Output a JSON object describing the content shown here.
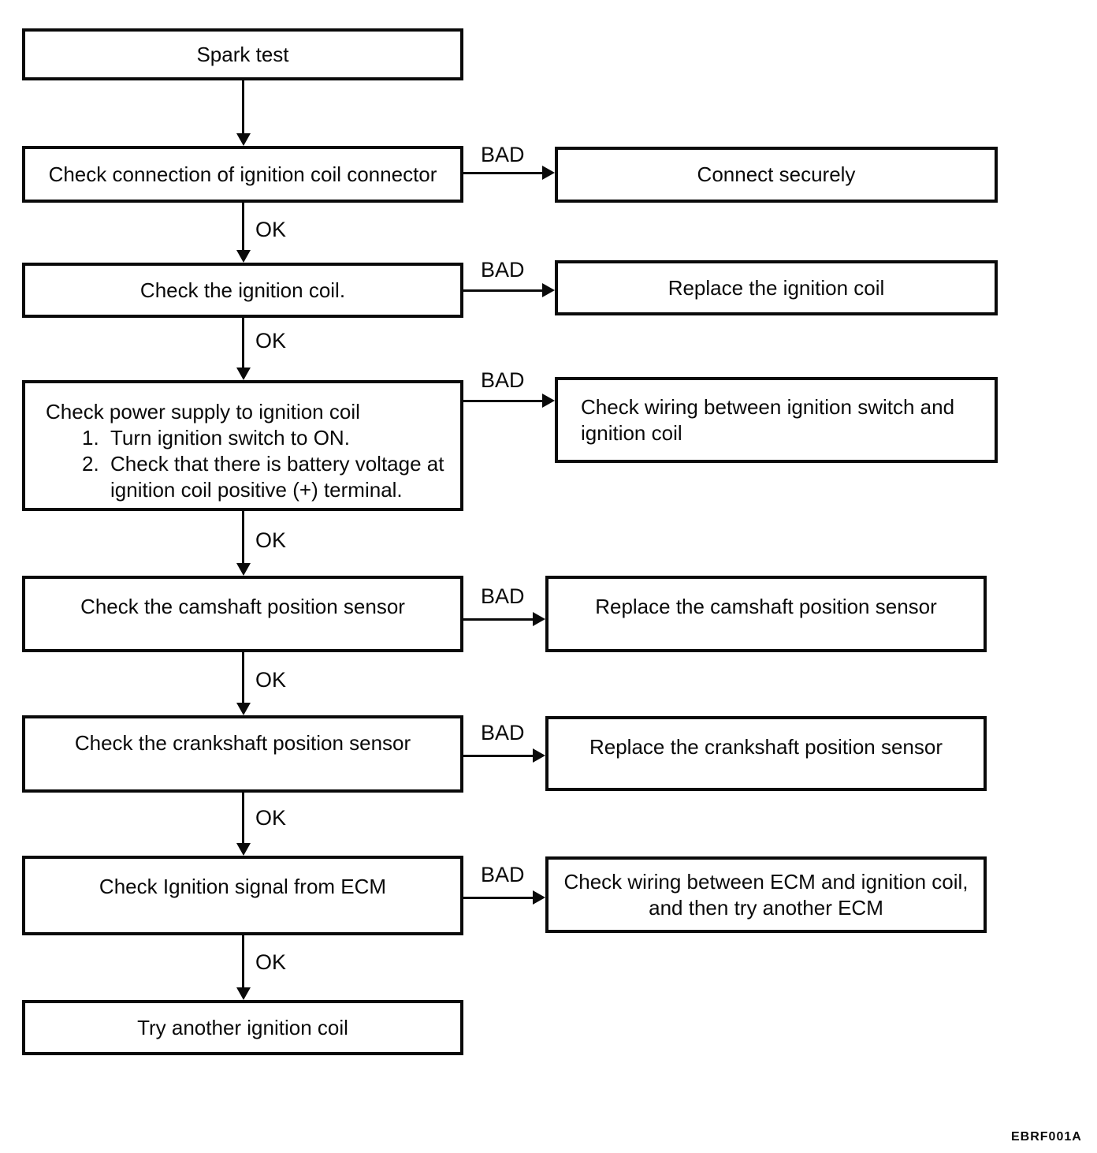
{
  "figure_code": "EBRF001A",
  "labels": {
    "ok": "OK",
    "bad": "BAD"
  },
  "colors": {
    "ink": "#0a0a0a",
    "background": "#ffffff"
  },
  "nodes": {
    "start": "Spark test",
    "end": "Try another ignition coil",
    "step1": {
      "check": "Check connection of ignition coil connector",
      "result": "Connect securely"
    },
    "step2": {
      "check": "Check the ignition coil.",
      "result": "Replace the ignition coil"
    },
    "step3": {
      "check_title": "Check power supply to ignition coil",
      "items": [
        {
          "num": "1.",
          "lines": [
            "Turn ignition switch to ON."
          ]
        },
        {
          "num": "2.",
          "lines": [
            "Check that there is battery voltage at",
            "ignition coil positive (+) terminal."
          ]
        }
      ],
      "result_lines": [
        "Check wiring between ignition switch and",
        "ignition coil"
      ]
    },
    "step4": {
      "check": "Check the camshaft position sensor",
      "result": "Replace the camshaft position sensor"
    },
    "step5": {
      "check": "Check the crankshaft position sensor",
      "result": "Replace the crankshaft position sensor"
    },
    "step6": {
      "check": "Check Ignition signal from ECM",
      "result_lines": [
        "Check wiring between ECM and ignition coil,",
        "and then try another ECM"
      ]
    }
  }
}
